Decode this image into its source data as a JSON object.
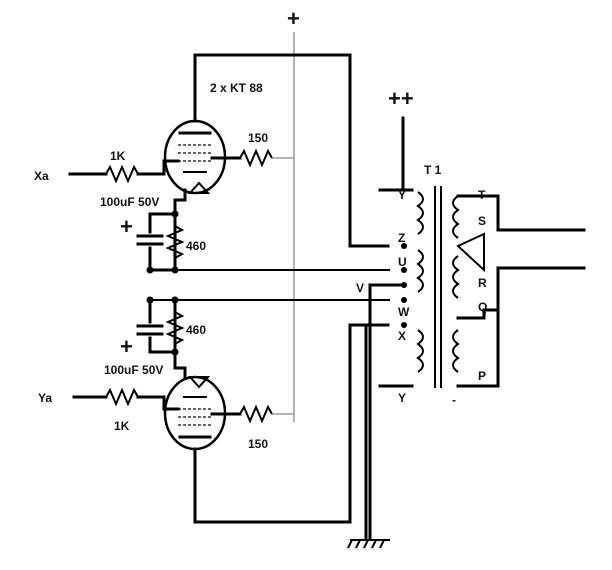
{
  "title": "2 x KT 88",
  "supply": {
    "b_plus": "+",
    "b_plus_plus": "++"
  },
  "transformer": {
    "name": "T 1",
    "primary_taps": [
      "Y",
      "Z",
      "U",
      "V",
      "W",
      "X",
      "Y"
    ],
    "secondary_taps": [
      "T",
      "S",
      "R",
      "Q",
      "P"
    ],
    "bottom_mark": "-"
  },
  "upper_stage": {
    "input": "Xa",
    "grid_resistor": "1K",
    "screen_resistor": "150",
    "cathode_capacitor": "100uF 50V",
    "cathode_resistor": "460",
    "cap_polarity": "+"
  },
  "lower_stage": {
    "input": "Ya",
    "grid_resistor": "1K",
    "screen_resistor": "150",
    "cathode_capacitor": "100uF 50V",
    "cathode_resistor": "460",
    "cap_polarity": "+"
  }
}
